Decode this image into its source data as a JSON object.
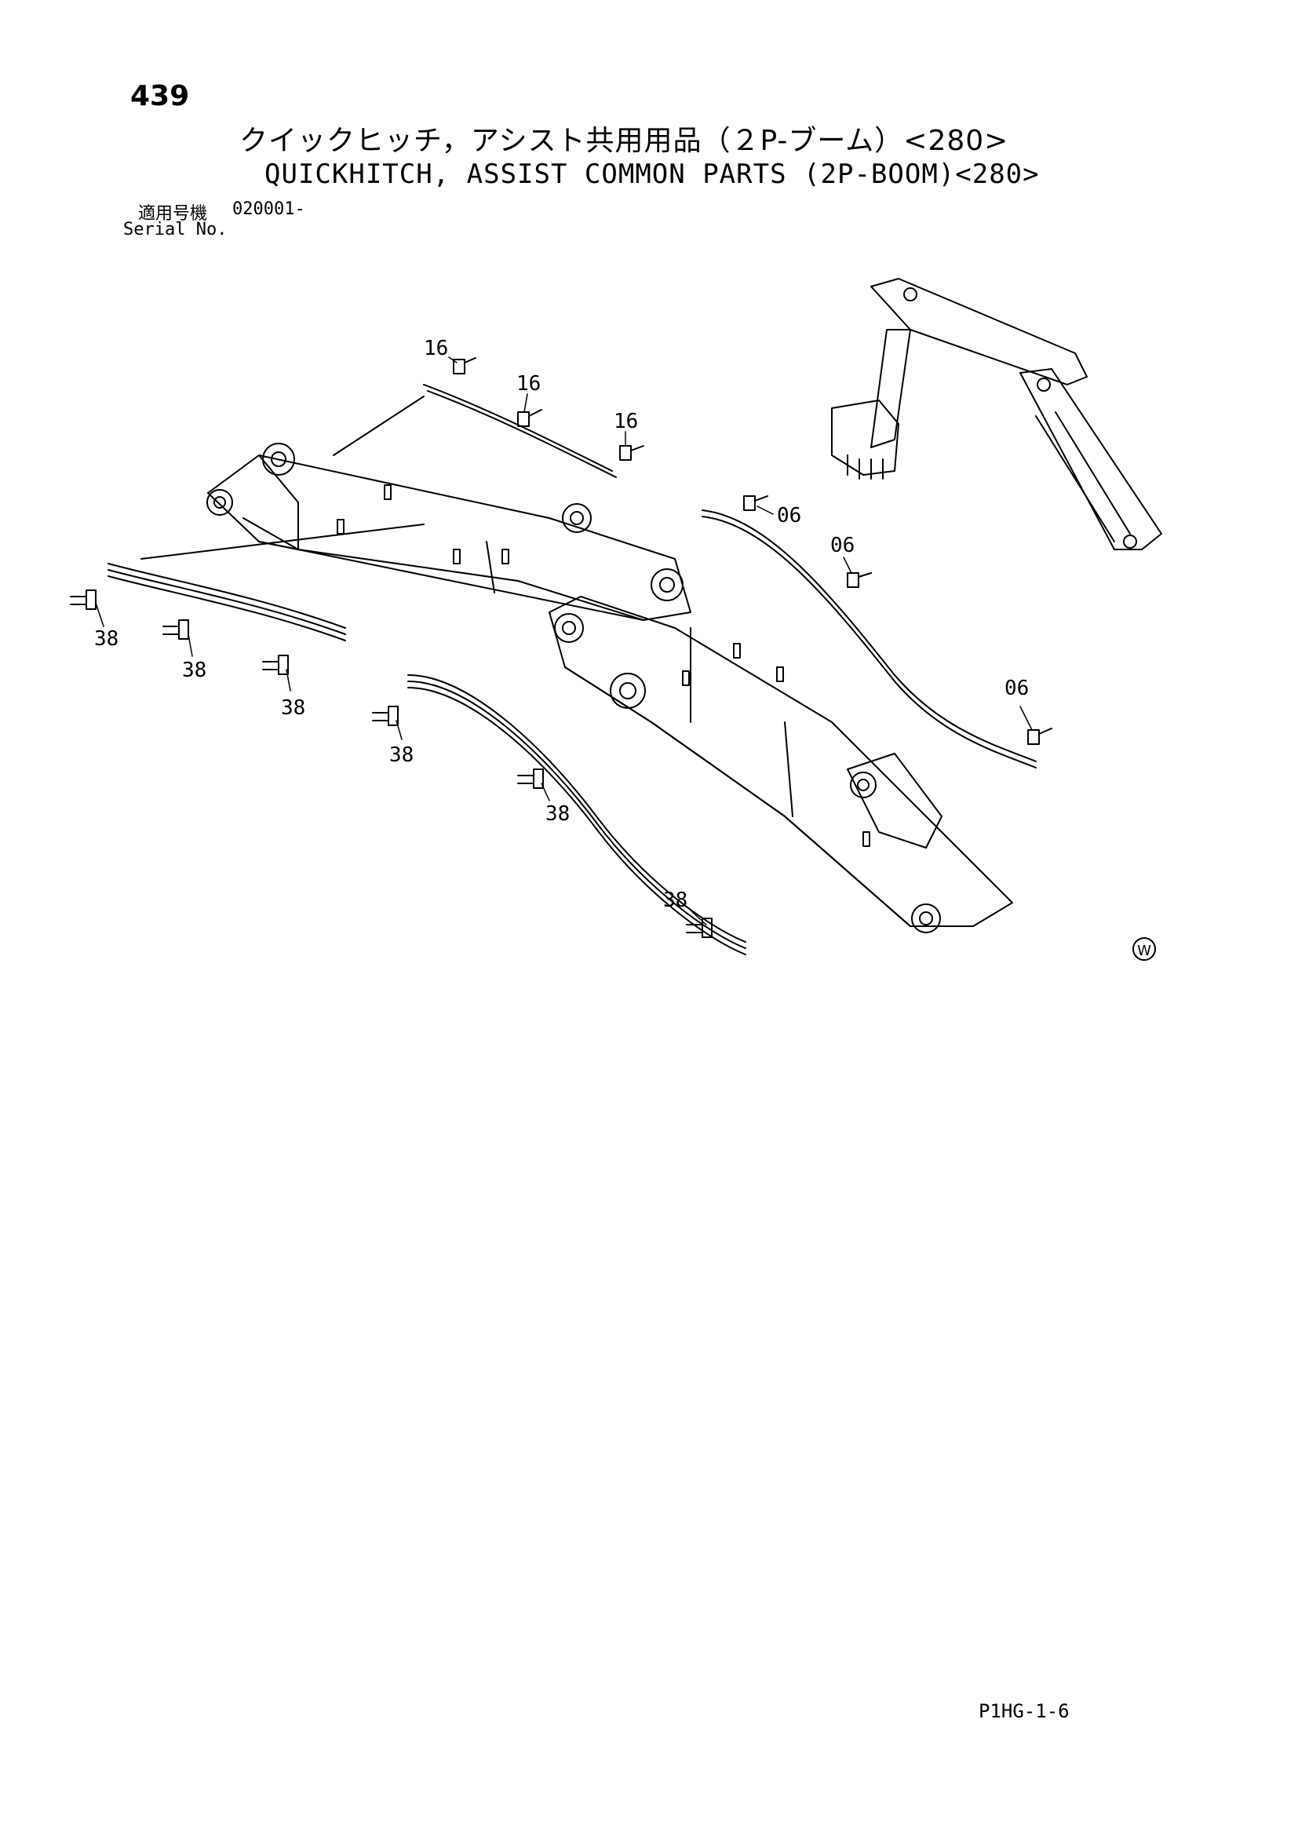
{
  "page_number": "439",
  "title_jp": "クイックヒッチ，アシスト共用用品（２P-ブーム）<280>",
  "title_en": "QUICKHITCH, ASSIST COMMON PARTS (2P-BOOM)<280>",
  "serial": {
    "label_jp": "適用号機",
    "value": "020001-",
    "label_en": "Serial No."
  },
  "callouts": [
    {
      "id": "16",
      "label": "16"
    },
    {
      "id": "16b",
      "label": "16"
    },
    {
      "id": "16c",
      "label": "16"
    },
    {
      "id": "06",
      "label": "06"
    },
    {
      "id": "06b",
      "label": "06"
    },
    {
      "id": "06c",
      "label": "06"
    },
    {
      "id": "38a",
      "label": "38"
    },
    {
      "id": "38b",
      "label": "38"
    },
    {
      "id": "38c",
      "label": "38"
    },
    {
      "id": "38d",
      "label": "38"
    },
    {
      "id": "38e",
      "label": "38"
    },
    {
      "id": "38f",
      "label": "38"
    }
  ],
  "marker": "W",
  "footer_code": "P1HG-1-6"
}
